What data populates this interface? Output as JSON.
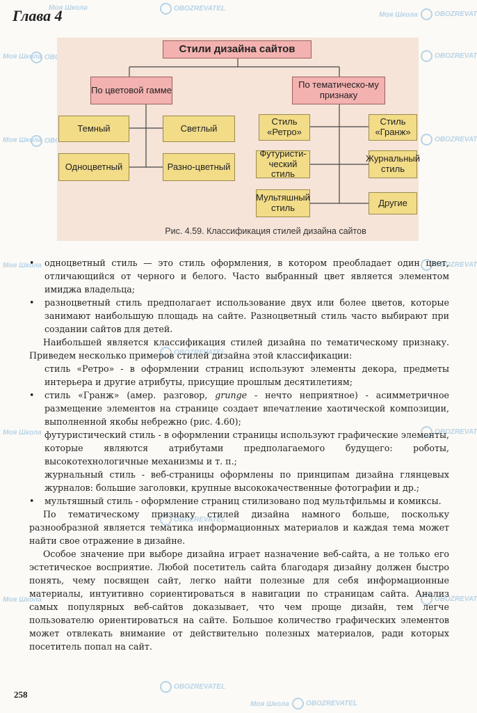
{
  "header": {
    "chapter": "Глава 4"
  },
  "watermark": {
    "a": "Моя Школа",
    "b": "OBOZREVATEL"
  },
  "figure": {
    "root": "Стили дизайна сайтов",
    "left_group": "По цветовой гамме",
    "right_group": "По тематическо-му признаку",
    "left_items": [
      "Темный",
      "Светлый",
      "Одноцветный",
      "Разно-цветный"
    ],
    "right_items": [
      "Стиль «Ретро»",
      "Стиль «Гранж»",
      "Футуристи-ческий стиль",
      "Журнальный стиль",
      "Мультяшный стиль",
      "Другие"
    ],
    "caption": "Рис. 4.59. Классификация стилей дизайна сайтов"
  },
  "body": {
    "bullet": "•",
    "p1": "одноцветный стиль — это стиль оформления, в котором преобладает один цвет, отличающийся от черного и белого. Часто выбранный цвет является элементом имиджа владельца;",
    "p2": "разноцветный стиль предполагает использование двух или более цветов, которые занимают наибольшую площадь на сайте. Разноцветный стиль часто выбирают при создании сайтов для детей.",
    "p3": "Наибольшей является классификация стилей дизайна по тематическому признаку. Приведем несколько примеров стилей дизайна этой классификации:",
    "p4": "стиль «Ретро» - в оформлении страниц используют элементы декора, предметы интерьера и другие атрибуты, присущие прошлым десятилетиям;",
    "p5a": "стиль «Гранж» (амер. разговор,",
    "p5b": "grunge",
    "p5c": "- нечто неприятное) - асимметричное размещение элементов на странице создает впечатление хаотической композиции, выполненной якобы небрежно (рис. 4.60);",
    "p6": "футуристический стиль - в оформлении страницы используют графические элементы, которые являются атрибутами предполагаемого будущего: роботы, высокотехнологичные механизмы и т. п.;",
    "p7": "журнальный стиль - веб-страницы оформлены по принципам дизайна глянцевых журналов: большие заголовки, крупные высококачественные фотографии и др.;",
    "p8": "мультяшный стиль - оформление страниц стилизовано под мультфильмы и комиксы.",
    "p9": "По тематическому признаку стилей дизайна намного больше, поскольку разнообразной является тематика информационных материалов и каждая тема может найти свое отражение в дизайне.",
    "p10": "Особое значение при выборе дизайна играет назначение веб-сайта, а не только его эстетическое восприятие. Любой посетитель сайта благодаря дизайну должен быстро понять, чему посвящен сайт, легко найти полезные для себя информационные материалы, интуитивно сориентироваться в навигации по страницам сайта. Анализ самых популярных веб-сайтов доказывает, что чем проще дизайн, тем легче пользователю ориентироваться на сайте. Большое количество графических элементов может отвлекать внимание от действительно полезных материалов, ради которых посетитель попал на сайт."
  },
  "footer": {
    "page_number": "258"
  }
}
